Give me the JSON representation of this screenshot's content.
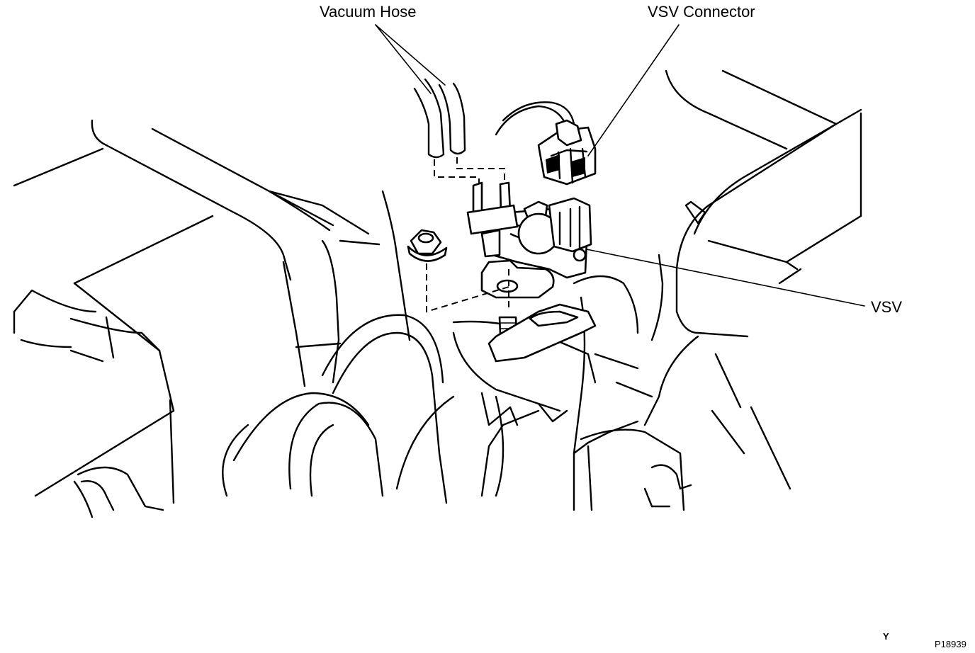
{
  "labels": {
    "vacuum_hose": "Vacuum Hose",
    "vsv_connector": "VSV Connector",
    "vsv": "VSV",
    "view_mark": "Y",
    "figure_code": "P18939"
  }
}
